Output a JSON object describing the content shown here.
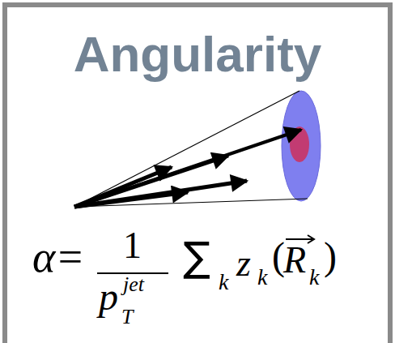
{
  "diagram": {
    "title": "Angularity",
    "labels": [
      "α=",
      "1",
      "p",
      "jet",
      "T",
      "∑",
      "k",
      "z",
      "k",
      "(",
      "R",
      "k",
      ")"
    ]
  }
}
